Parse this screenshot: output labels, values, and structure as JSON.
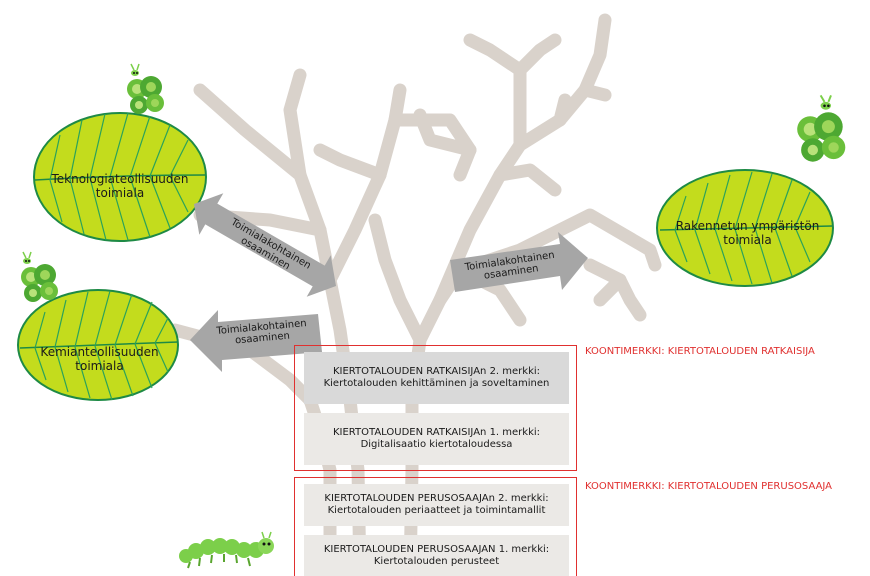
{
  "leaves": {
    "teknologia": "Teknologiateollisuuden toimiala",
    "kemian": "Kemianteollisuuden toimiala",
    "rakennetun": "Rakennetun ympäristön toimiala"
  },
  "arrows": {
    "upper_left": "Toimialakohtainen osaaminen",
    "lower_left": "Toimialakohtainen osaaminen",
    "right": "Toimialakohtainen osaaminen"
  },
  "badges": {
    "ratkaisija": {
      "header": "KOONTIMERKKI: KIERTOTALOUDEN RATKAISIJA",
      "badge2_title": "KIERTOTALOUDEN RATKAISIJAn 2. merkki:",
      "badge2_sub": "Kiertotalouden kehittäminen ja soveltaminen",
      "badge1_title": "KIERTOTALOUDEN RATKAISIJAn 1. merkki:",
      "badge1_sub": "Digitalisaatio kiertotaloudessa"
    },
    "perusosaaja": {
      "header": "KOONTIMERKKI: KIERTOTALOUDEN PERUSOSAAJA",
      "badge2_title": "KIERTOTALOUDEN PERUSOSAAJAn 2. merkki:",
      "badge2_sub": "Kiertotalouden periaatteet ja toimintamallit",
      "badge1_title": "KIERTOTALOUDEN PERUSOSAAJAN 1. merkki:",
      "badge1_sub": "Kiertotalouden perusteet"
    }
  },
  "colors": {
    "branch": "#d9d2cb",
    "leaf": "#c3dc1d",
    "leaf_vein": "#2aa25a",
    "leaf_edge": "#1e8a45",
    "arrow": "#a6a6a6",
    "frame": "#e0302f",
    "butterfly": "#6abf3a",
    "caterpillar": "#7ccf4a"
  }
}
